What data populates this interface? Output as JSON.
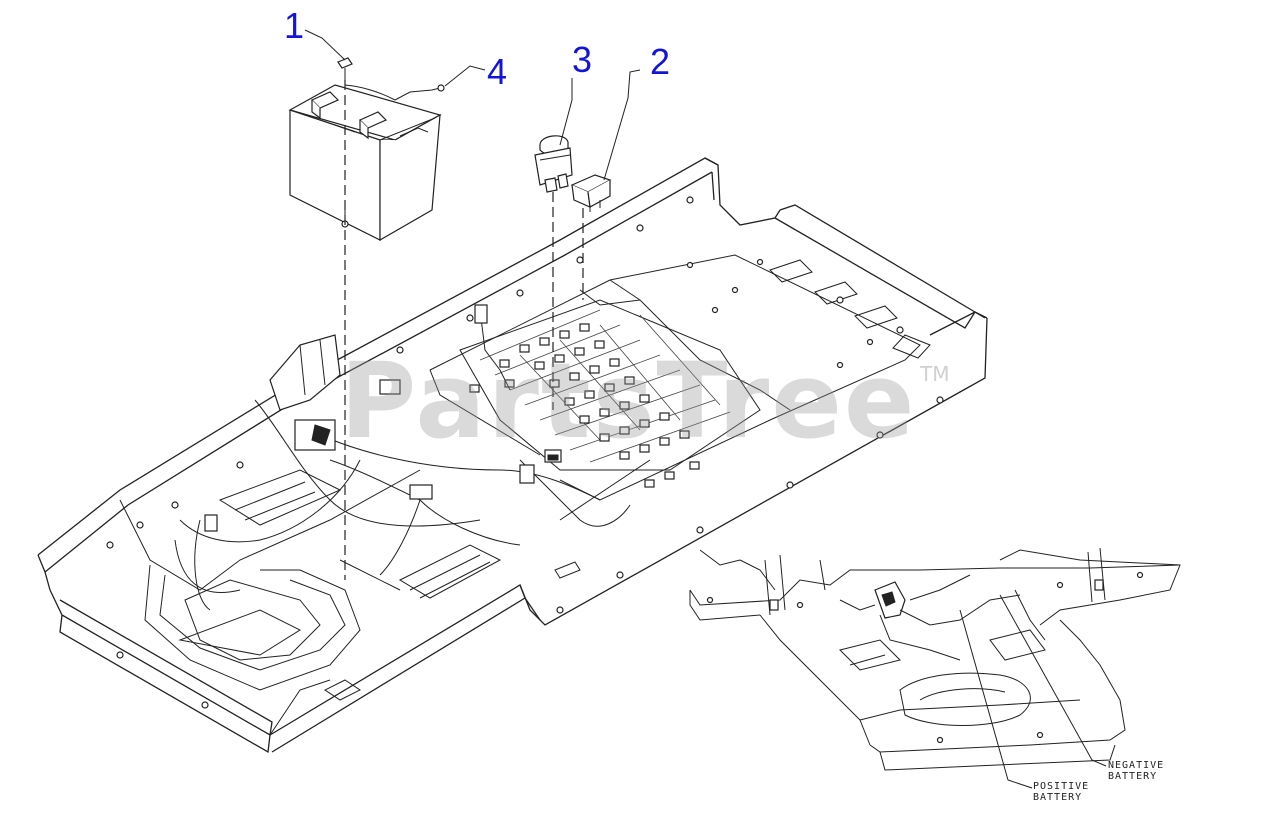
{
  "diagram": {
    "callouts": [
      {
        "number": "1"
      },
      {
        "number": "2"
      },
      {
        "number": "3"
      },
      {
        "number": "4"
      }
    ],
    "watermark": "PartsTree",
    "trademark": "TM",
    "inset_labels": {
      "negative_line1": "NEGATIVE",
      "negative_line2": "BATTERY",
      "positive_line1": "POSITIVE",
      "positive_line2": "BATTERY"
    },
    "colors": {
      "callout": "#1414d8",
      "linework": "#222222",
      "background": "#ffffff"
    }
  }
}
